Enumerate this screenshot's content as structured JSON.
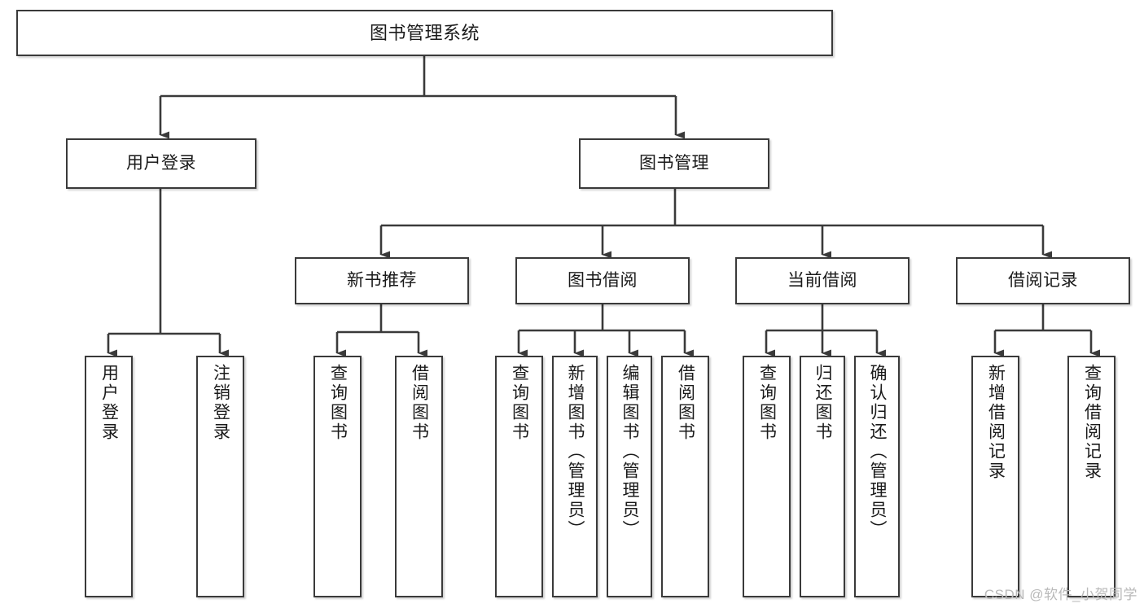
{
  "diagram": {
    "title": "图书管理系统",
    "watermark": "CSDN @软件_小贺同学",
    "line_color": "#3a3a3a",
    "box_fill": "#ffffff",
    "text_color": "#1a1a1a"
  },
  "nodes": {
    "root": {
      "label": "图书管理系统"
    },
    "level2": [
      {
        "label": "用户登录"
      },
      {
        "label": "图书管理"
      }
    ],
    "level3": [
      {
        "label": "新书推荐"
      },
      {
        "label": "图书借阅"
      },
      {
        "label": "当前借阅"
      },
      {
        "label": "借阅记录"
      }
    ],
    "leaves": {
      "user_login": [
        {
          "label": "用户登录"
        },
        {
          "label": "注销登录"
        }
      ],
      "new_book": [
        {
          "label": "查询图书"
        },
        {
          "label": "借阅图书"
        }
      ],
      "borrow_book": [
        {
          "label": "查询图书"
        },
        {
          "label": "新增图书（管理员）"
        },
        {
          "label": "编辑图书（管理员）"
        },
        {
          "label": "借阅图书"
        }
      ],
      "current_borrow": [
        {
          "label": "查询图书"
        },
        {
          "label": "归还图书"
        },
        {
          "label": "确认归还（管理员）"
        }
      ],
      "borrow_record": [
        {
          "label": "新增借阅记录"
        },
        {
          "label": "查询借阅记录"
        }
      ]
    }
  }
}
